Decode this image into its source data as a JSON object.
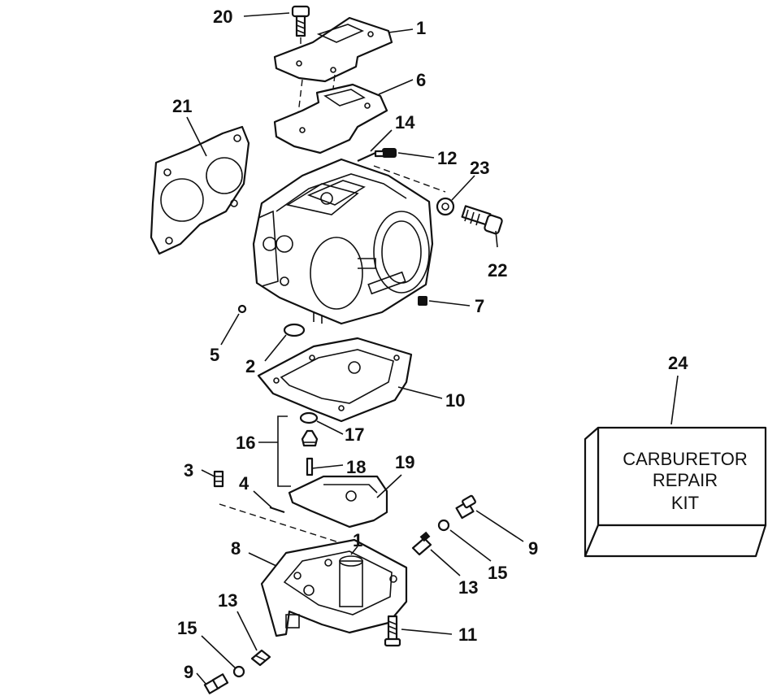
{
  "callouts": {
    "c1_top": "1",
    "c1_mid": "1",
    "c2": "2",
    "c3": "3",
    "c4": "4",
    "c5": "5",
    "c6": "6",
    "c7": "7",
    "c8": "8",
    "c9_right": "9",
    "c9_bottom": "9",
    "c10": "10",
    "c11": "11",
    "c12": "12",
    "c13_right": "13",
    "c13_left": "13",
    "c14": "14",
    "c15_right": "15",
    "c15_left": "15",
    "c16": "16",
    "c17": "17",
    "c18": "18",
    "c19": "19",
    "c20": "20",
    "c21": "21",
    "c22": "22",
    "c23": "23",
    "c24": "24"
  },
  "kit_box": {
    "line1": "CARBURETOR",
    "line2": "REPAIR",
    "line3": "KIT"
  },
  "colors": {
    "ink": "#111111",
    "paper": "#ffffff"
  }
}
